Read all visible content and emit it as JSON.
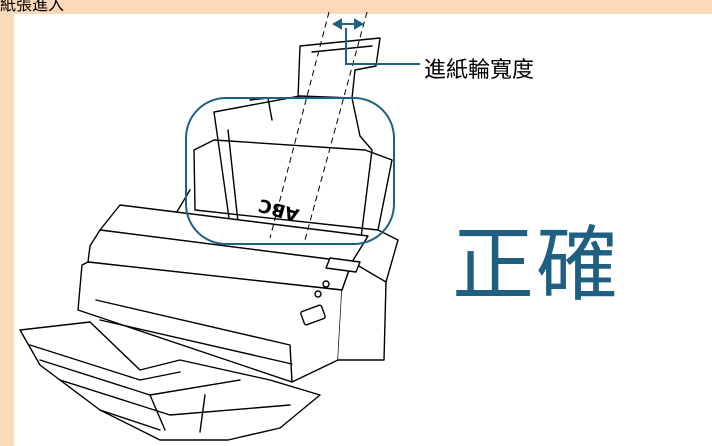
{
  "top_text": "紙張進入",
  "paper_width_label": "進紙輪寬度",
  "verdict_label": "正確",
  "sheet_text": "ABC",
  "colors": {
    "background": "#fcd9b8",
    "panel": "#ffffff",
    "callout": "#1f5f82",
    "line": "#000000"
  }
}
